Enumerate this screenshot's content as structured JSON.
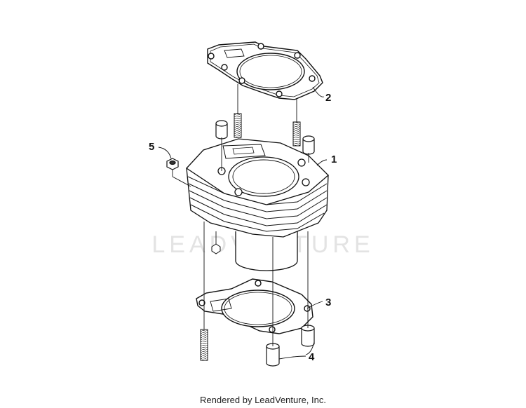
{
  "callouts": [
    {
      "id": "1",
      "label": "1"
    },
    {
      "id": "2",
      "label": "2"
    },
    {
      "id": "3",
      "label": "3"
    },
    {
      "id": "4",
      "label": "4"
    },
    {
      "id": "5",
      "label": "5"
    }
  ],
  "watermark": "LEADVENTURE",
  "footer": "Rendered by LeadVenture, Inc."
}
